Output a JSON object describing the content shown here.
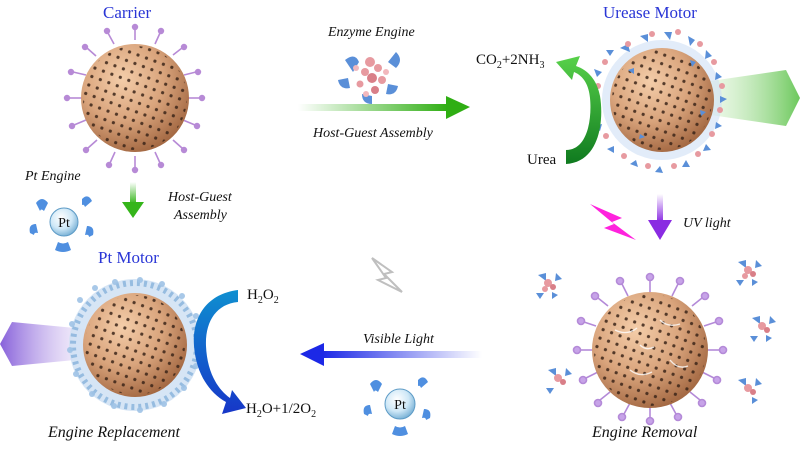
{
  "labels": {
    "carrier": "Carrier",
    "urease_motor": "Urease Motor",
    "pt_motor": "Pt Motor",
    "enzyme_engine": "Enzyme Engine",
    "host_guest_assembly_top": "Host-Guest Assembly",
    "pt_engine": "Pt Engine",
    "host_guest_line1": "Host-Guest",
    "host_guest_line2": "Assembly",
    "uv_light": "UV light",
    "visible_light": "Visible Light",
    "engine_replacement": "Engine Replacement",
    "engine_removal": "Engine Removal",
    "urea": "Urea",
    "co2_part1": "CO",
    "co2_sub": "2",
    "co2_part2": "+2NH",
    "nh3_sub": "3",
    "h2o2_h": "H",
    "h2o2_sub1": "2",
    "h2o2_o": "O",
    "h2o2_sub2": "2",
    "prod_h": "H",
    "prod_sub1": "2",
    "prod_mid": "O+1/2O",
    "prod_sub2": "2",
    "pt_symbol": "Pt",
    "pt_symbol_small": "Pt"
  },
  "colors": {
    "sphere": "#d9a47c",
    "pore": "#3a2418",
    "title_blue": "#2a36d6",
    "green_arrow": "#3fb61e",
    "purple_arrow": "#9a3fe0",
    "blue_arrow": "#1f2ee0",
    "lightning_pink": "#ff22dd",
    "enzyme_blue": "#5a8fd8",
    "enzyme_pink": "#e79aa0",
    "lipid_purple": "#b48ad8"
  }
}
